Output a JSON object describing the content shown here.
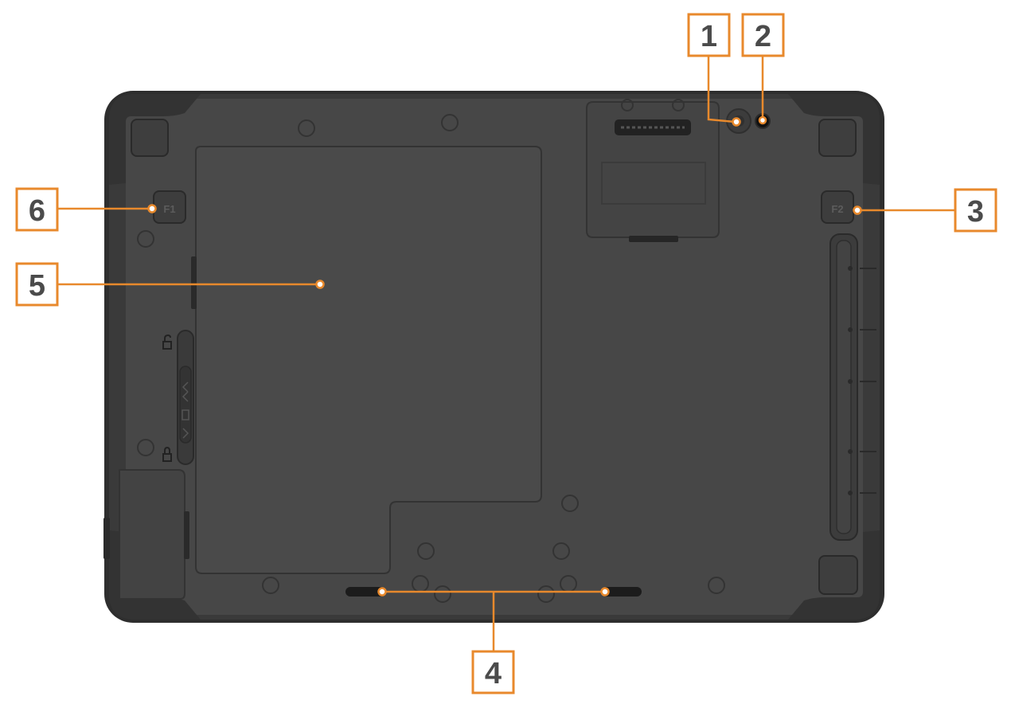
{
  "colors": {
    "callout": "#E8892C",
    "label_text": "#4B4B4B",
    "device_body": "#474747",
    "device_frame": "#3A3A3A",
    "device_edge": "#2E2E2E",
    "slot": "#1E1E1E",
    "background": "#FFFFFF"
  },
  "buttons": {
    "f1": "F1",
    "f2": "F2"
  },
  "callouts": [
    {
      "id": "1",
      "label": "1"
    },
    {
      "id": "2",
      "label": "2"
    },
    {
      "id": "3",
      "label": "3"
    },
    {
      "id": "4",
      "label": "4"
    },
    {
      "id": "5",
      "label": "5"
    },
    {
      "id": "6",
      "label": "6"
    }
  ],
  "icons": {
    "lock_top": "unlock-icon",
    "lock_bottom": "lock-icon",
    "camera": "camera-lens-icon"
  }
}
